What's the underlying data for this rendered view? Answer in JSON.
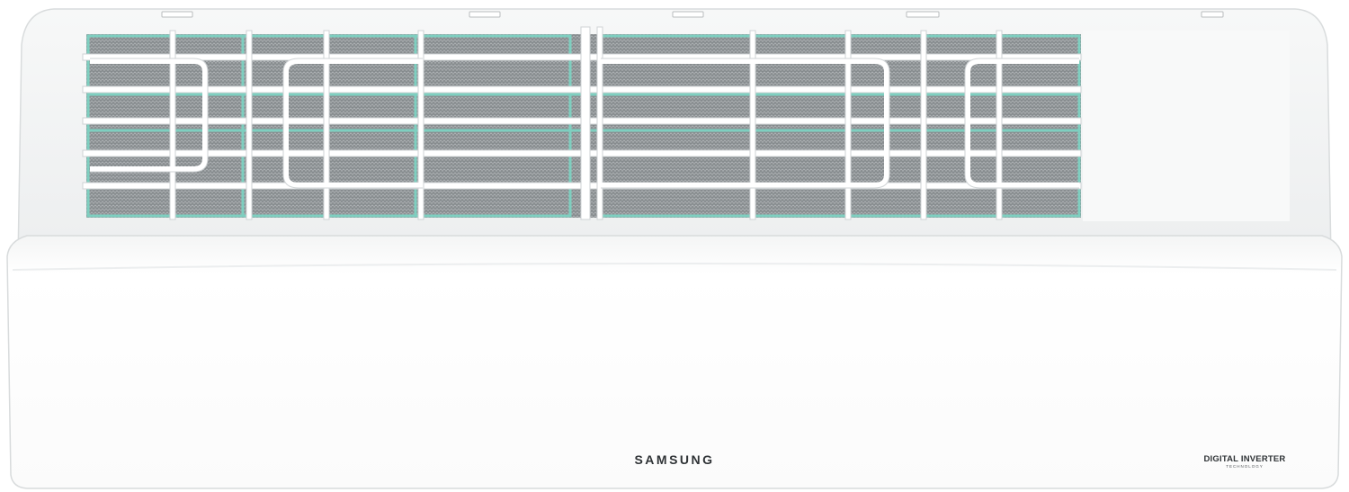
{
  "product": {
    "brand": "SAMSUNG",
    "badge_main": "DIGITAL INVERTER",
    "badge_sub": "TECHNOLOGY"
  },
  "colors": {
    "body": "#fbfbfb",
    "panel_shadow": "#e6e8e9",
    "filter_frame": "#7ecfc0",
    "mesh": "#8a8f93",
    "grille": "#ffffff"
  }
}
